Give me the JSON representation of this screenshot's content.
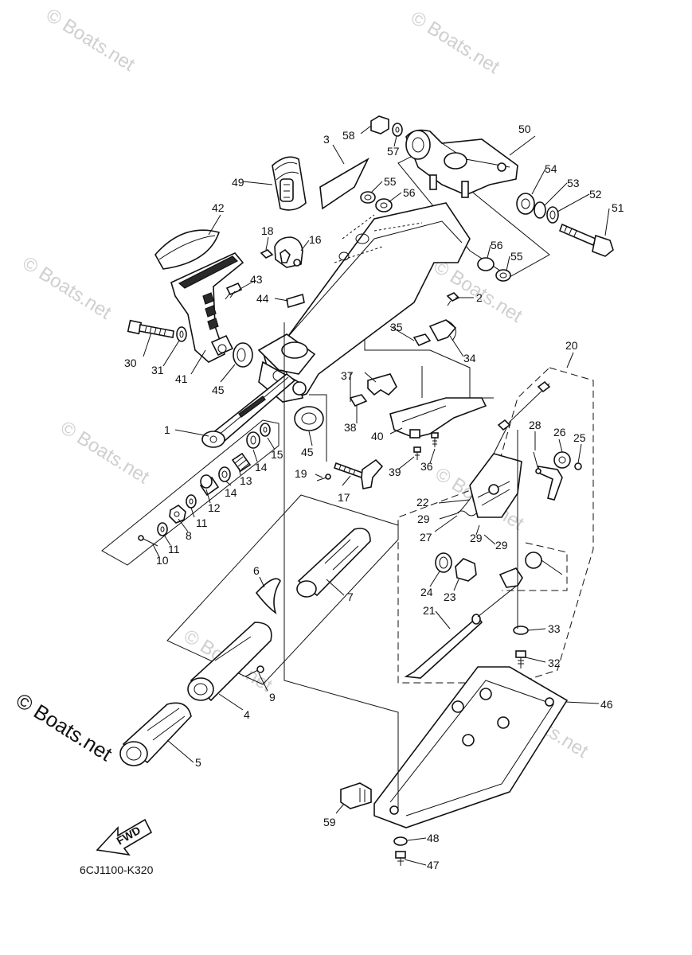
{
  "diagram": {
    "code": "6CJ1100-K320",
    "fwd_label": "FWD",
    "watermark_main": "© Boats.net",
    "watermark_small": "© Boats.net",
    "callouts": [
      "1",
      "2",
      "3",
      "4",
      "5",
      "6",
      "7",
      "8",
      "9",
      "10",
      "11",
      "11",
      "12",
      "13",
      "14",
      "14",
      "15",
      "16",
      "17",
      "18",
      "19",
      "20",
      "21",
      "22",
      "23",
      "24",
      "25",
      "26",
      "27",
      "28",
      "29",
      "29",
      "29",
      "30",
      "31",
      "32",
      "33",
      "34",
      "35",
      "36",
      "37",
      "38",
      "39",
      "40",
      "41",
      "42",
      "43",
      "44",
      "45",
      "45",
      "46",
      "47",
      "48",
      "49",
      "50",
      "51",
      "52",
      "53",
      "54",
      "55",
      "55",
      "56",
      "56",
      "57",
      "58",
      "59"
    ]
  }
}
